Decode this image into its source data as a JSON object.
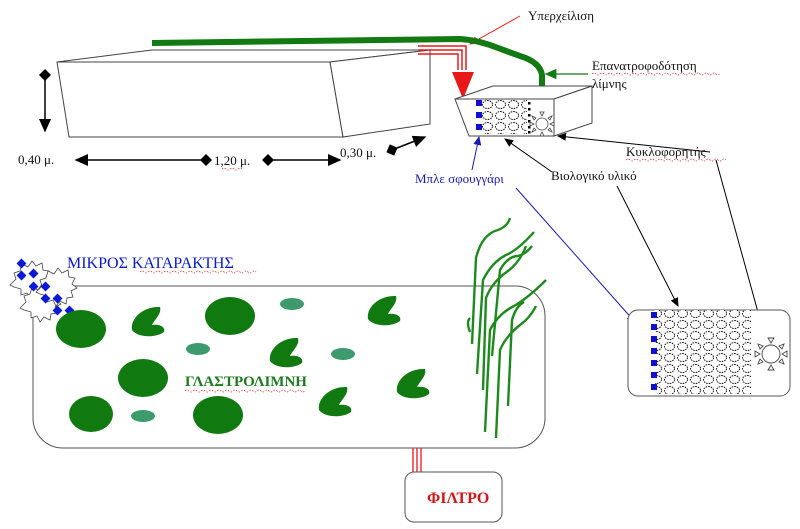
{
  "labels": {
    "overflow": "Υπερχείλιση",
    "pond_feedback_line1": "Επανατροφοδότηση",
    "pond_feedback_line2": "λίμνης",
    "circulator": "Κυκλοφορητής",
    "biological_material": "Βιολογικό υλικό",
    "blue_sponge": "Μπλε σφουγγάρι",
    "small_waterfall": "ΜΙΚΡΟΣ ΚΑΤΑΡΑΚΤΗΣ",
    "pond": "ΓΛΑΣΤΡΟΛΙΜΝΗ",
    "filter": "ΦΙΛΤΡΟ"
  },
  "dimensions": {
    "height": "0,40 μ.",
    "length": "1,20 μ.",
    "depth": "0,30 μ."
  },
  "colors": {
    "pipe_green": "#137a13",
    "overflow_red": "#e81818",
    "sponge_blue": "#1010d0",
    "leaf_green": "#107a10",
    "lily_pad_teal": "#3c9a6c",
    "label_blue": "#1a1ab4",
    "filter_text_red": "#d01818"
  }
}
